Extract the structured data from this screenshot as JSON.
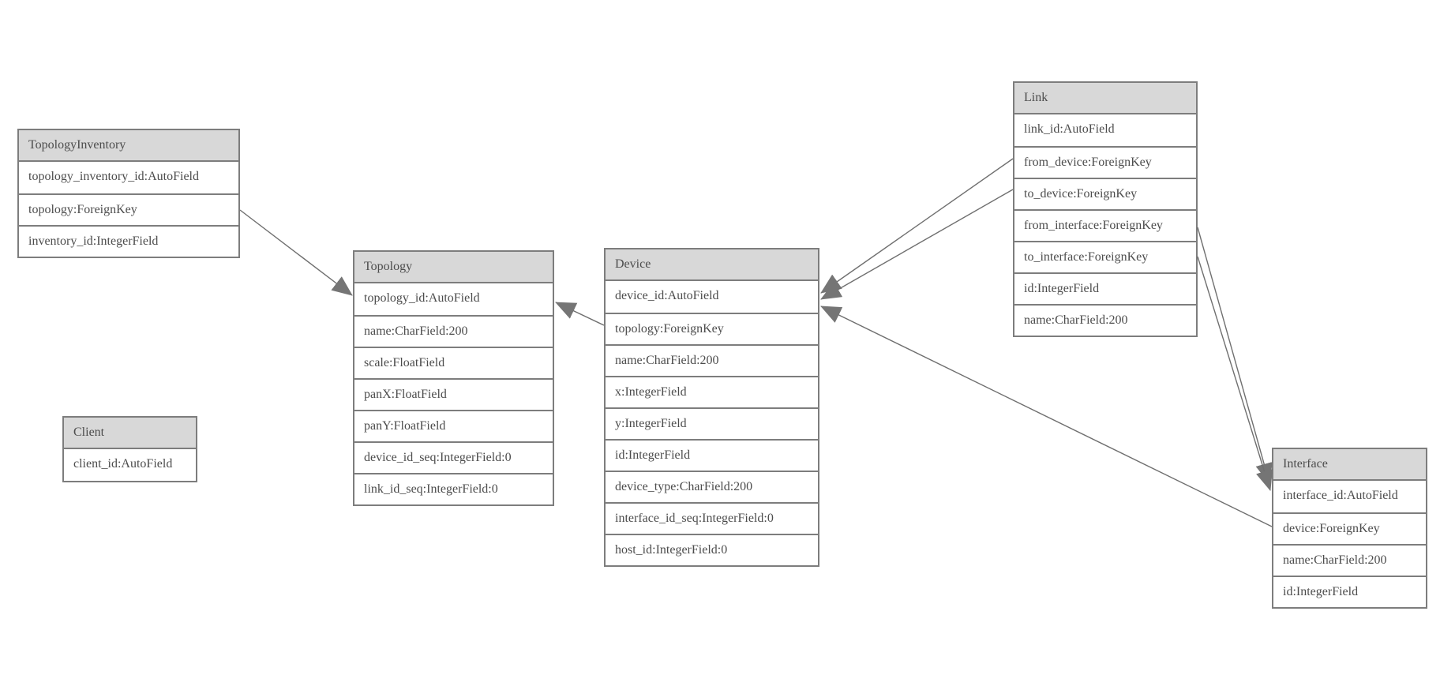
{
  "diagram": {
    "kind": "entity-relationship-model-diagram",
    "colors": {
      "background": "#ffffff",
      "header_fill": "#d8d8d8",
      "border": "#7d7d7d",
      "text": "#4c4c4c",
      "edge": "#6f6f6f",
      "arrowhead": "#757575"
    },
    "tables": [
      {
        "title": "TopologyInventory",
        "rows": [
          "topology_inventory_id:AutoField",
          "topology:ForeignKey",
          "inventory_id:IntegerField"
        ]
      },
      {
        "title": "Topology",
        "rows": [
          "topology_id:AutoField",
          "name:CharField:200",
          "scale:FloatField",
          "panX:FloatField",
          "panY:FloatField",
          "device_id_seq:IntegerField:0",
          "link_id_seq:IntegerField:0"
        ]
      },
      {
        "title": "Client",
        "rows": [
          "client_id:AutoField"
        ]
      },
      {
        "title": "Device",
        "rows": [
          "device_id:AutoField",
          "topology:ForeignKey",
          "name:CharField:200",
          "x:IntegerField",
          "y:IntegerField",
          "id:IntegerField",
          "device_type:CharField:200",
          "interface_id_seq:IntegerField:0",
          "host_id:IntegerField:0"
        ]
      },
      {
        "title": "Link",
        "rows": [
          "link_id:AutoField",
          "from_device:ForeignKey",
          "to_device:ForeignKey",
          "from_interface:ForeignKey",
          "to_interface:ForeignKey",
          "id:IntegerField",
          "name:CharField:200"
        ]
      },
      {
        "title": "Interface",
        "rows": [
          "interface_id:AutoField",
          "device:ForeignKey",
          "name:CharField:200",
          "id:IntegerField"
        ]
      }
    ],
    "relationships": [
      {
        "from": "TopologyInventory.topology",
        "to": "Topology.topology_id"
      },
      {
        "from": "Device.topology",
        "to": "Topology.topology_id"
      },
      {
        "from": "Link.from_device",
        "to": "Device.device_id"
      },
      {
        "from": "Link.to_device",
        "to": "Device.device_id"
      },
      {
        "from": "Link.from_interface",
        "to": "Interface.interface_id"
      },
      {
        "from": "Link.to_interface",
        "to": "Interface.interface_id"
      },
      {
        "from": "Interface.device",
        "to": "Device.device_id"
      }
    ]
  }
}
